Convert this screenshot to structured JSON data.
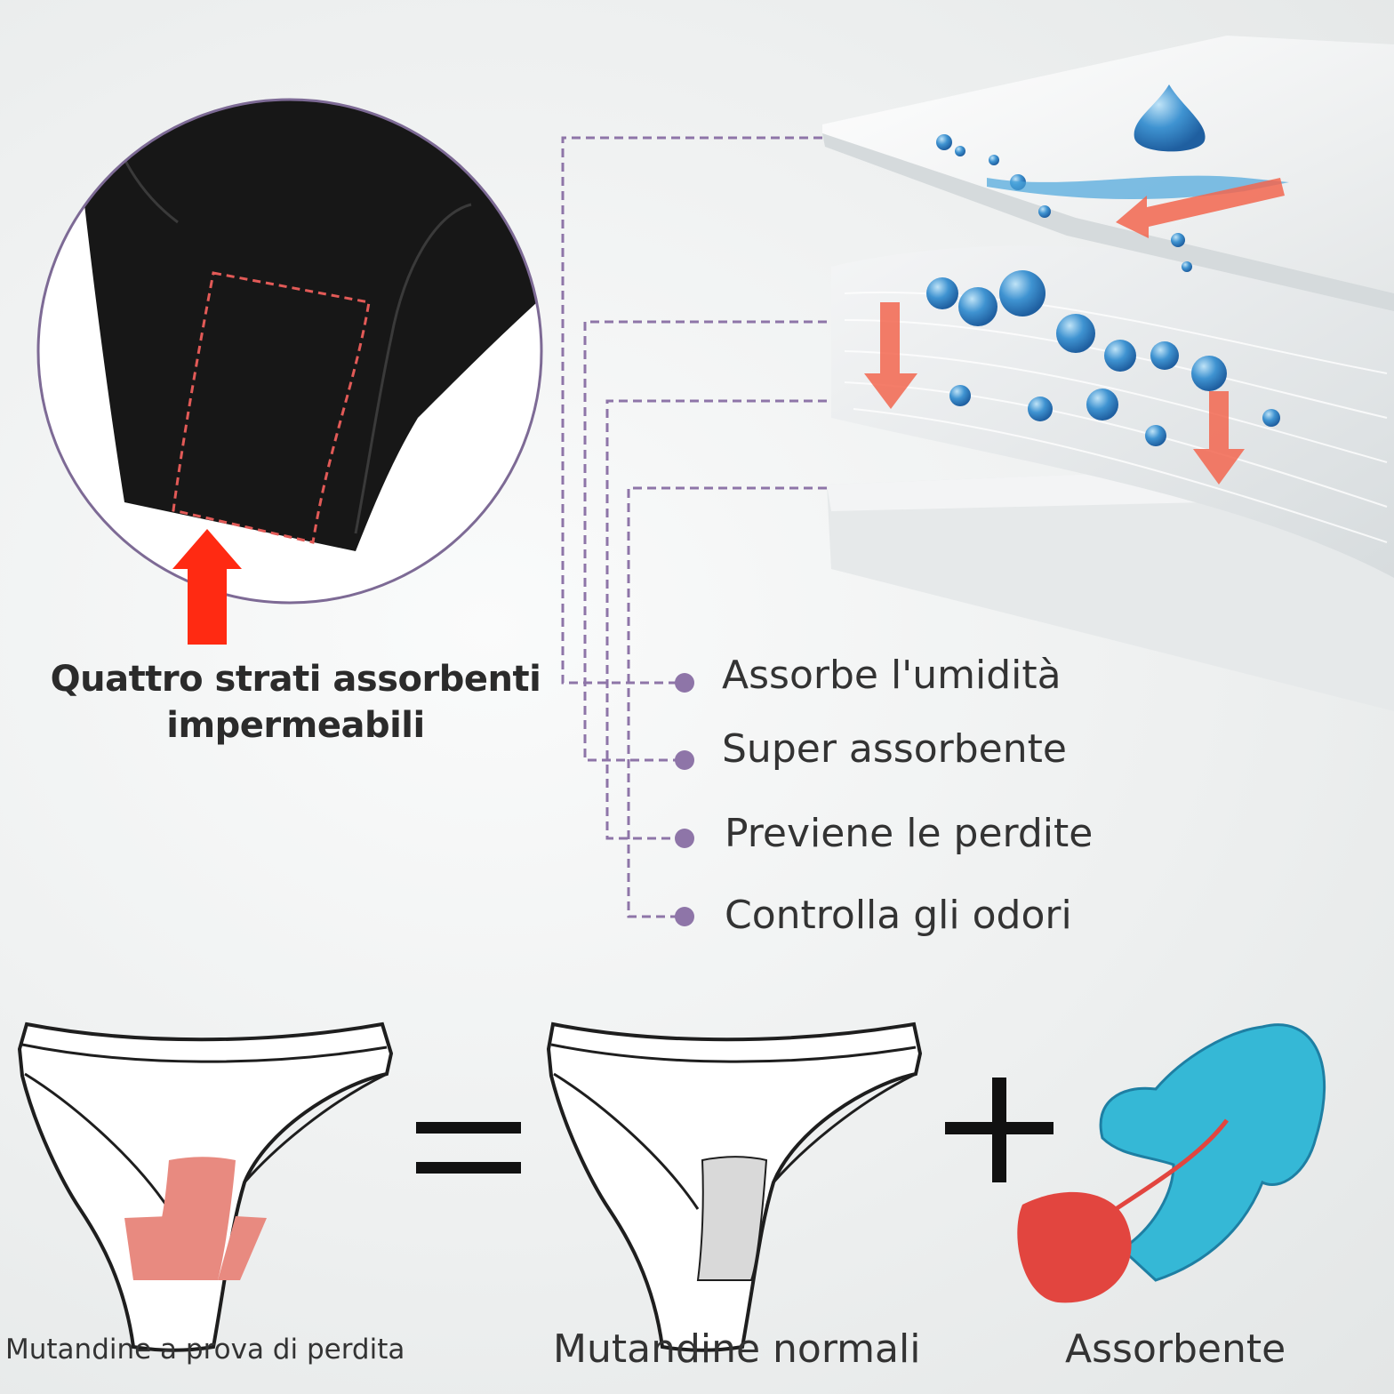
{
  "headline": {
    "line1": "Quattro strati assorbenti",
    "line2": "impermeabili"
  },
  "features": [
    {
      "label": "Assorbe l'umidità"
    },
    {
      "label": "Super assorbente"
    },
    {
      "label": "Previene le perdite"
    },
    {
      "label": "Controlla gli odori"
    }
  ],
  "equation": {
    "left_caption": "Mutandine a prova di perdita",
    "middle_caption": "Mutandine normali",
    "right_caption": "Assorbente"
  },
  "colors": {
    "leader_line": "#8e75a8",
    "arrow": "#ff2a12",
    "stitch": "#e25a57",
    "gusset_pink": "#e88a80",
    "gusset_gray": "#d9d9d9",
    "pad_blue": "#35b8d6",
    "pad_red": "#e2453f"
  }
}
